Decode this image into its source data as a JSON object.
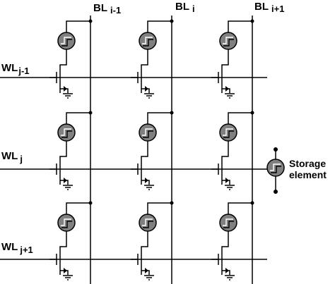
{
  "bit_lines": [
    {
      "main": "BL",
      "sub": "i-1"
    },
    {
      "main": "BL",
      "sub": "i"
    },
    {
      "main": "BL",
      "sub": "i+1"
    }
  ],
  "word_lines": [
    {
      "main": "WL",
      "sub": "j-1"
    },
    {
      "main": "WL",
      "sub": "j"
    },
    {
      "main": "WL",
      "sub": "j+1"
    }
  ],
  "legend": {
    "line1": "Storage",
    "line2": "element"
  },
  "colors": {
    "line": "#000000",
    "storage_fill": "#808080",
    "background": "#ffffff"
  },
  "icons": {
    "storage_element": "storage-element-icon",
    "transistor": "transistor-icon",
    "ground": "ground-icon"
  }
}
